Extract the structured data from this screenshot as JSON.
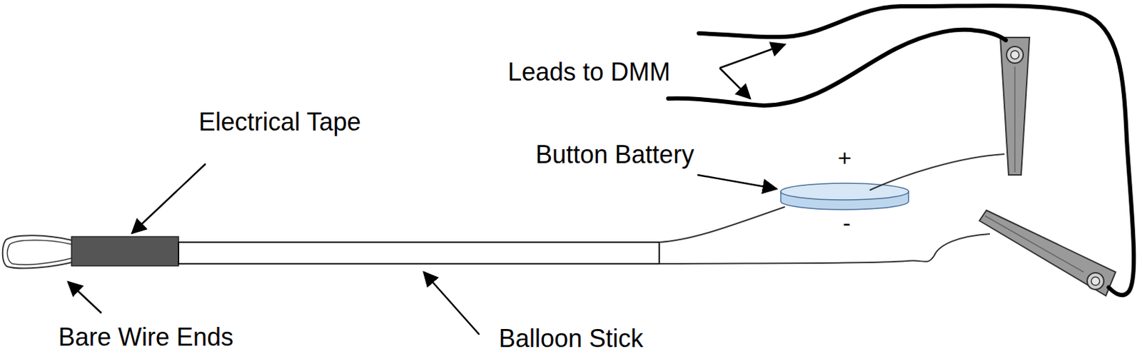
{
  "diagram": {
    "labels": [
      "Leads to DMM",
      "Electrical Tape",
      "Button Battery",
      "+",
      "-",
      "Bare Wire Ends",
      "Balloon Stick"
    ]
  }
}
